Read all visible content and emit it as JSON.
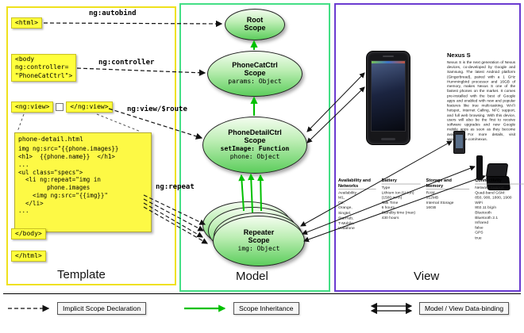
{
  "panels": {
    "template": "Template",
    "model": "Model",
    "view": "View"
  },
  "template": {
    "html_open": "<html>",
    "autobind_label": "ng:autobind",
    "body_open": [
      "<body",
      "ng:controller=",
      "\"PhoneCatCtrl\">"
    ],
    "controller_label": "ng:controller",
    "ngview_open": "<ng:view>",
    "ngview_close": "</ng:view>",
    "view_route_label": "ng:view/$route",
    "code_title": "phone-detail.html",
    "code_lines": [
      "img ng:src=\"{{phone.images}}",
      "<h1>  {{phone.name}}  </h1>",
      "...",
      "<ul class=\"specs\">",
      "  <li ng:repeat=\"img in",
      "        phone.images",
      "    <img ng:src=\"{{img}}\"",
      "  </li>",
      "..."
    ],
    "repeat_label": "ng:repeat",
    "body_close": "</body>",
    "html_close": "</html>"
  },
  "model": {
    "root": {
      "title": [
        "Root",
        "Scope"
      ]
    },
    "phonecat": {
      "title": [
        "PhoneCatCtrl",
        "Scope"
      ],
      "prop": "params: Object"
    },
    "phonedetail": {
      "title": [
        "PhoneDetailCtrl",
        "Scope"
      ],
      "prop_bold": "setImage: Function",
      "prop": "phone: Object"
    },
    "repeater": {
      "title": [
        "Repeater",
        "Scope"
      ],
      "prop": "img: Object"
    }
  },
  "view": {
    "phone_title": "Nexus S",
    "phone_description": "Nexus S is the next generation of Nexus devices, co-developed by Google and Samsung. The latest Android platform (Gingerbread), paired with a 1 GHz Hummingbird processor and 16GB of memory, makes Nexus S one of the fastest phones on the market. It comes pre-installed with the best of Google apps and enabled with new and popular features like true multi-tasking, Wi-Fi hotspot, Internet Calling, NFC support, and full web browsing. With this device, users will also be the first to receive software upgrades and new Google mobile apps as soon as they become available. For more details, visit www.google.com/nexus.",
    "specs": [
      {
        "title": "Availability and Networks",
        "lines": [
          "Availability",
          "M1,",
          "O2,",
          "Orange,",
          "Singtel,",
          "StarHub,",
          "T-Mobile,",
          "Vodafone"
        ]
      },
      {
        "title": "Battery",
        "lines": [
          "Type",
          "Lithium Ion (Li-Ion)",
          "(1500 mAh)",
          "Talk Time",
          "6 hours",
          "Standby time (max)",
          "430 hours"
        ]
      },
      {
        "title": "Storage and Memory",
        "lines": [
          "RAM",
          "512MB",
          "Internal Storage",
          "16GB"
        ]
      },
      {
        "title": "Connectivity",
        "lines": [
          "Network Support",
          "Quad-band GSM:",
          "850, 900, 1800, 1900",
          "WiFi",
          "802.11 b/g/n",
          "Bluetooth",
          "Bluetooth 2.1",
          "Infrared",
          "false",
          "GPS",
          "true"
        ]
      }
    ]
  },
  "legend": {
    "implicit": "Implicit Scope Declaration",
    "inheritance": "Scope Inheritance",
    "databinding": "Model / View Data-binding"
  }
}
